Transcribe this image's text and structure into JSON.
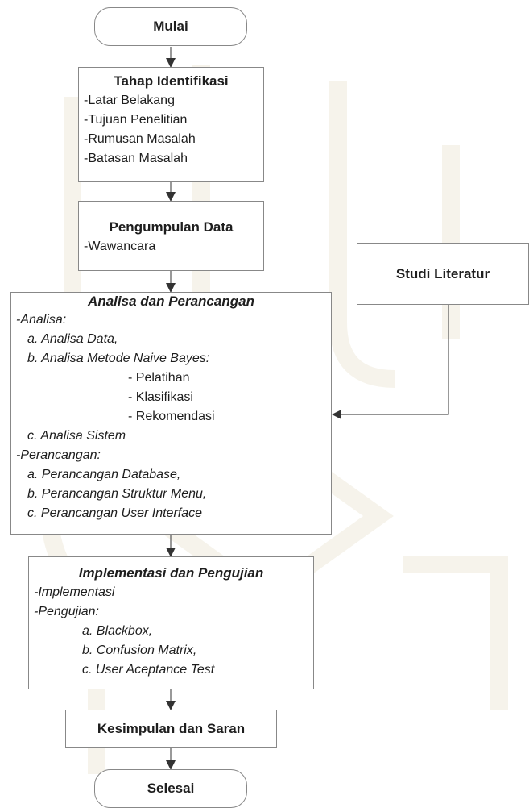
{
  "start": "Mulai",
  "identifikasi": {
    "title": "Tahap Identifikasi",
    "items": [
      "-Latar Belakang",
      "-Tujuan Penelitian",
      "-Rumusan Masalah",
      "-Batasan Masalah"
    ]
  },
  "pengumpulan": {
    "title": "Pengumpulan Data",
    "items": [
      "-Wawancara"
    ]
  },
  "studi": "Studi Literatur",
  "analisa": {
    "title": "Analisa dan Perancangan",
    "analisa_label": "-Analisa:",
    "analisa_items": [
      "a. Analisa Data,",
      "b. Analisa Metode Naive Bayes:"
    ],
    "nb_items": [
      "- Pelatihan",
      "- Klasifikasi",
      "- Rekomendasi"
    ],
    "analisa_sistem": "c. Analisa Sistem",
    "perancangan_label": "-Perancangan:",
    "perancangan_items": [
      "a. Perancangan Database,",
      "b. Perancangan Struktur Menu,",
      "c. Perancangan User Interface"
    ]
  },
  "implementasi": {
    "title": "Implementasi dan Pengujian",
    "implementasi_label": "-Implementasi",
    "pengujian_label": "-Pengujian:",
    "pengujian_items": [
      "a. Blackbox,",
      "b. Confusion Matrix,",
      "c. User Aceptance Test"
    ]
  },
  "kesimpulan": "Kesimpulan dan Saran",
  "end": "Selesai",
  "colors": {
    "border": "#888888",
    "arrow": "#333333",
    "text": "#1e1e1e",
    "watermark": "#ece7d2"
  }
}
